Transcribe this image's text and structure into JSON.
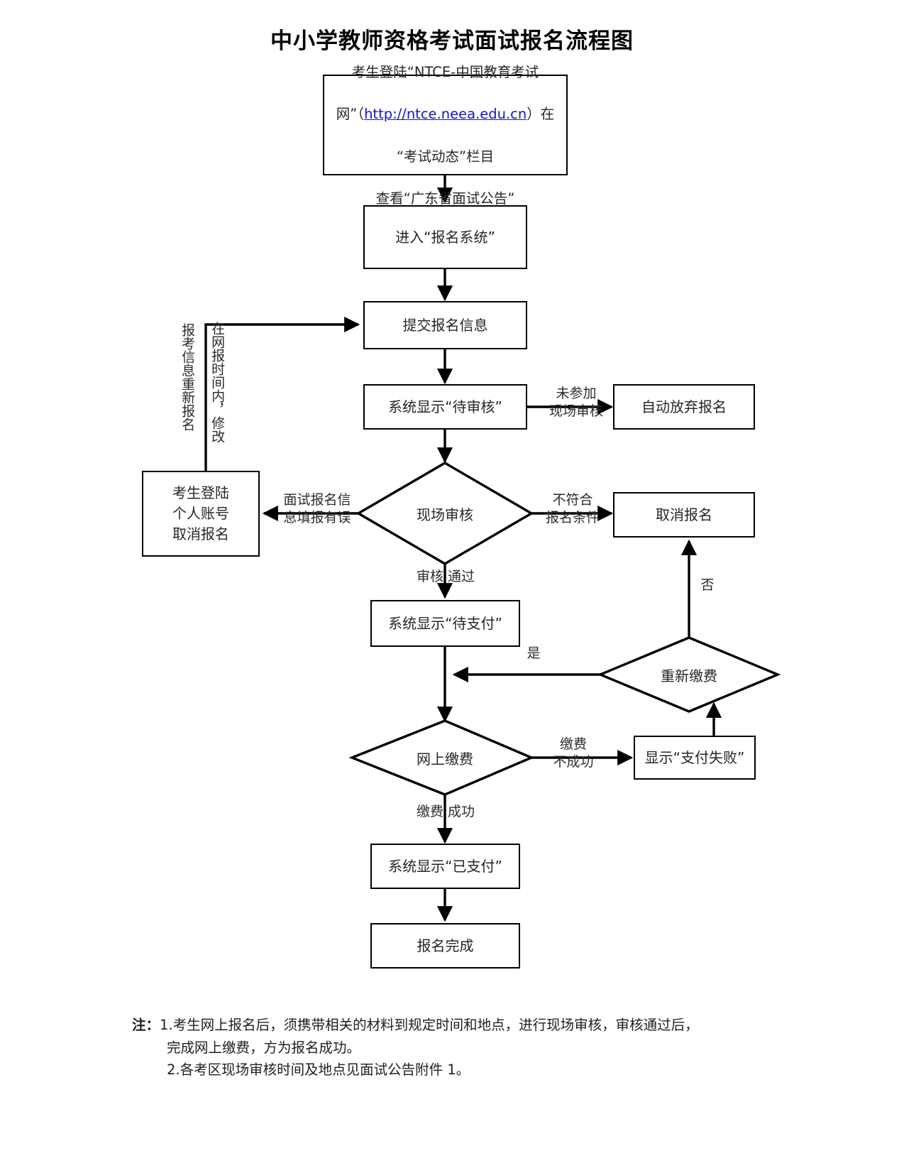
{
  "title": "中小学教师资格考试面试报名流程图",
  "nodes": {
    "start": {
      "line1": "考生登陆“NTCE-中国教育考试",
      "line2_pre": "网”（",
      "url": "http://ntce.neea.edu.cn",
      "line2_post": "）在",
      "line3": "“考试动态”栏目",
      "line4": "查看“广东省面试公告”"
    },
    "enter_system": "进入“报名系统”",
    "submit_info": "提交报名信息",
    "pending_review": "系统显示“待审核”",
    "auto_give_up": "自动放弃报名",
    "onsite_review": "现场审核",
    "cancel_by_self": "考生登陆\n个人账号\n取消报名",
    "cancel_registration": "取消报名",
    "pending_payment": "系统显示“待支付”",
    "repay": "重新缴费",
    "online_payment": "网上缴费",
    "payment_failed": "显示“支付失败”",
    "paid": "系统显示“已支付”",
    "done": "报名完成"
  },
  "edge_labels": {
    "not_attend_review": "未参加\n现场审核",
    "info_error": "面试报名信\n息填报有误",
    "not_qualified": "不符合\n报名条件",
    "review_passed": "审核  通过",
    "repay_no": "否",
    "repay_yes": "是",
    "pay_failed": "缴费\n不成功",
    "pay_success": "缴费  成功",
    "reapply_vertical": "报考信息重新报名",
    "modify_vertical": "在网报时间内，修改"
  },
  "notes": {
    "label": "注：",
    "item1_line1": "1.考生网上报名后，须携带相关的材料到规定时间和地点，进行现场审核，审核通过后，",
    "item1_line2": "完成网上缴费，方为报名成功。",
    "item2": "2.各考区现场审核时间及地点见面试公告附件 1。"
  },
  "colors": {
    "line": "#000000",
    "text": "#262626",
    "link": "#1414c8",
    "background": "#ffffff"
  }
}
